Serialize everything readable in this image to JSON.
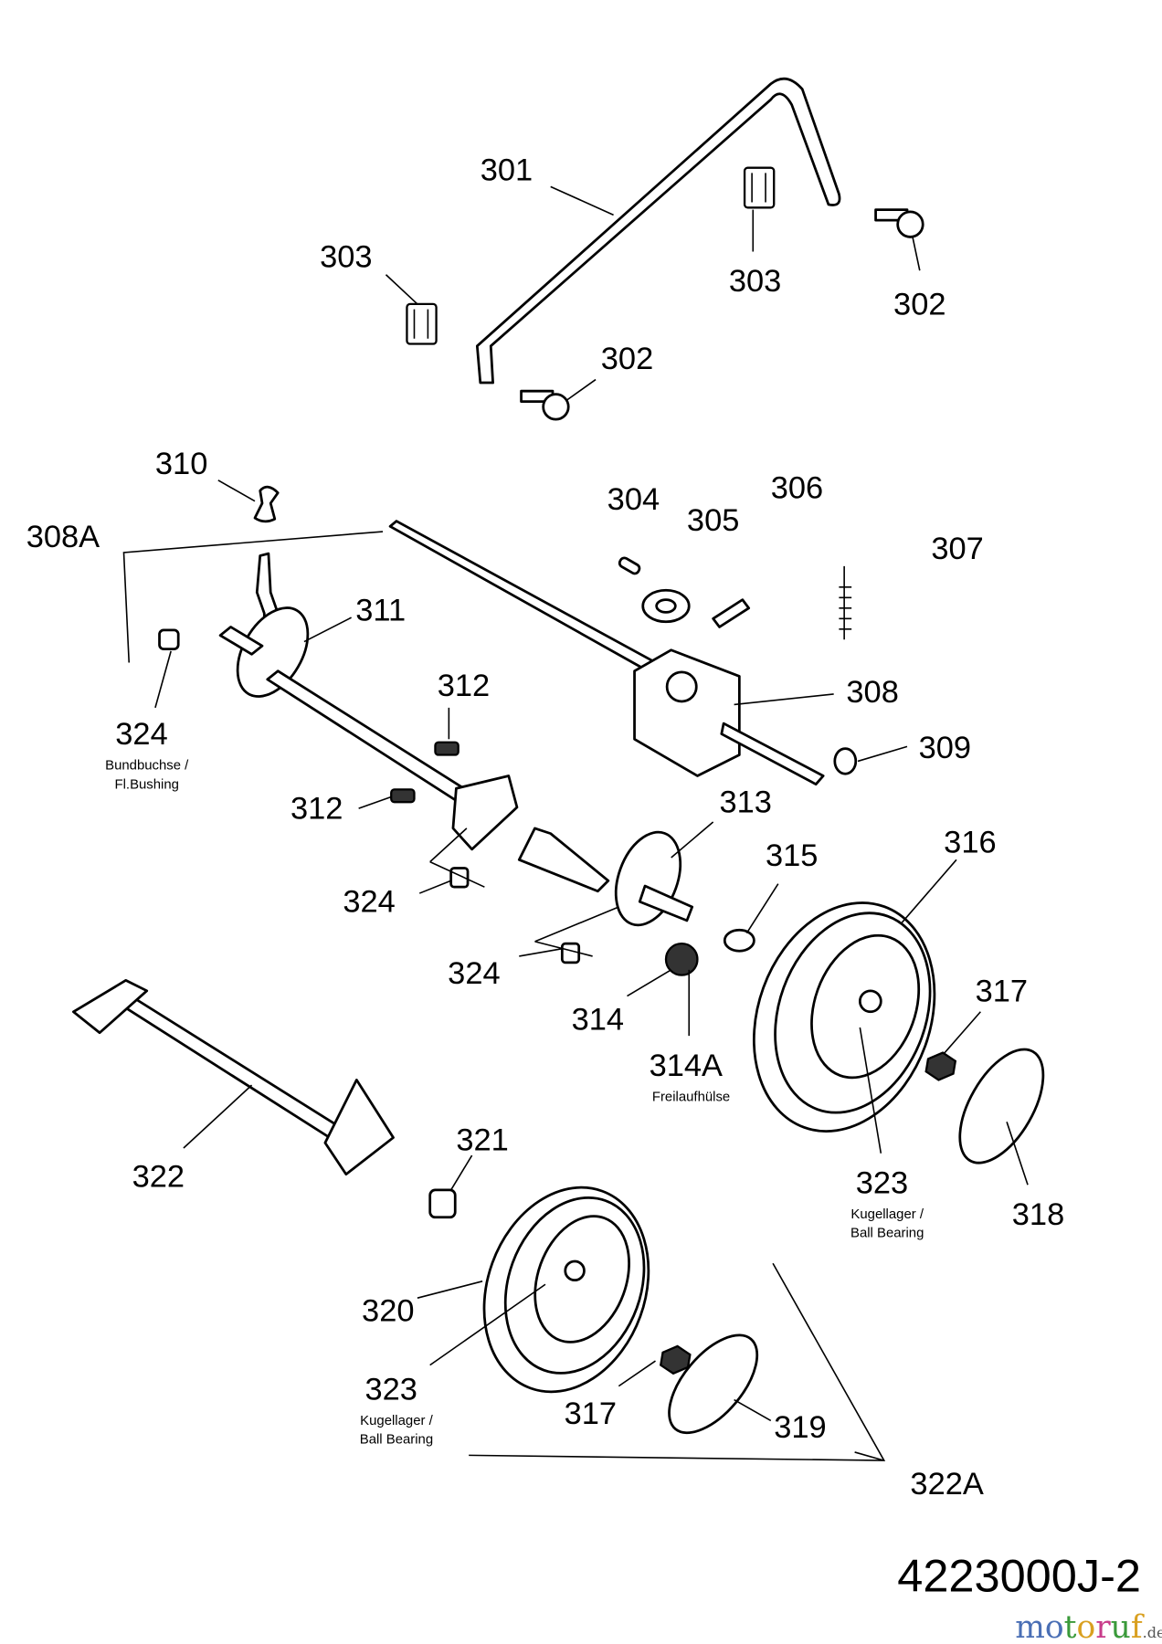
{
  "diagram_id": "4223000J-2",
  "watermark": {
    "name": "motoruf",
    "suffix": ".de"
  },
  "callouts": [
    {
      "label": "301"
    },
    {
      "label": "303"
    },
    {
      "label": "303"
    },
    {
      "label": "302"
    },
    {
      "label": "302"
    },
    {
      "label": "310"
    },
    {
      "label": "308A"
    },
    {
      "label": "304"
    },
    {
      "label": "305"
    },
    {
      "label": "306"
    },
    {
      "label": "307"
    },
    {
      "label": "311"
    },
    {
      "label": "312"
    },
    {
      "label": "324",
      "note": [
        "Bundbuchse /",
        "Fl.Bushing"
      ]
    },
    {
      "label": "308"
    },
    {
      "label": "309"
    },
    {
      "label": "312"
    },
    {
      "label": "313"
    },
    {
      "label": "316"
    },
    {
      "label": "315"
    },
    {
      "label": "324"
    },
    {
      "label": "324"
    },
    {
      "label": "317"
    },
    {
      "label": "314"
    },
    {
      "label": "314A",
      "note": [
        "Freilaufhülse"
      ]
    },
    {
      "label": "322"
    },
    {
      "label": "321"
    },
    {
      "label": "323",
      "note": [
        "Kugellager /",
        "Ball Bearing"
      ]
    },
    {
      "label": "318"
    },
    {
      "label": "320"
    },
    {
      "label": "323",
      "note": [
        "Kugellager /",
        "Ball Bearing"
      ]
    },
    {
      "label": "317"
    },
    {
      "label": "319"
    },
    {
      "label": "322A"
    }
  ]
}
